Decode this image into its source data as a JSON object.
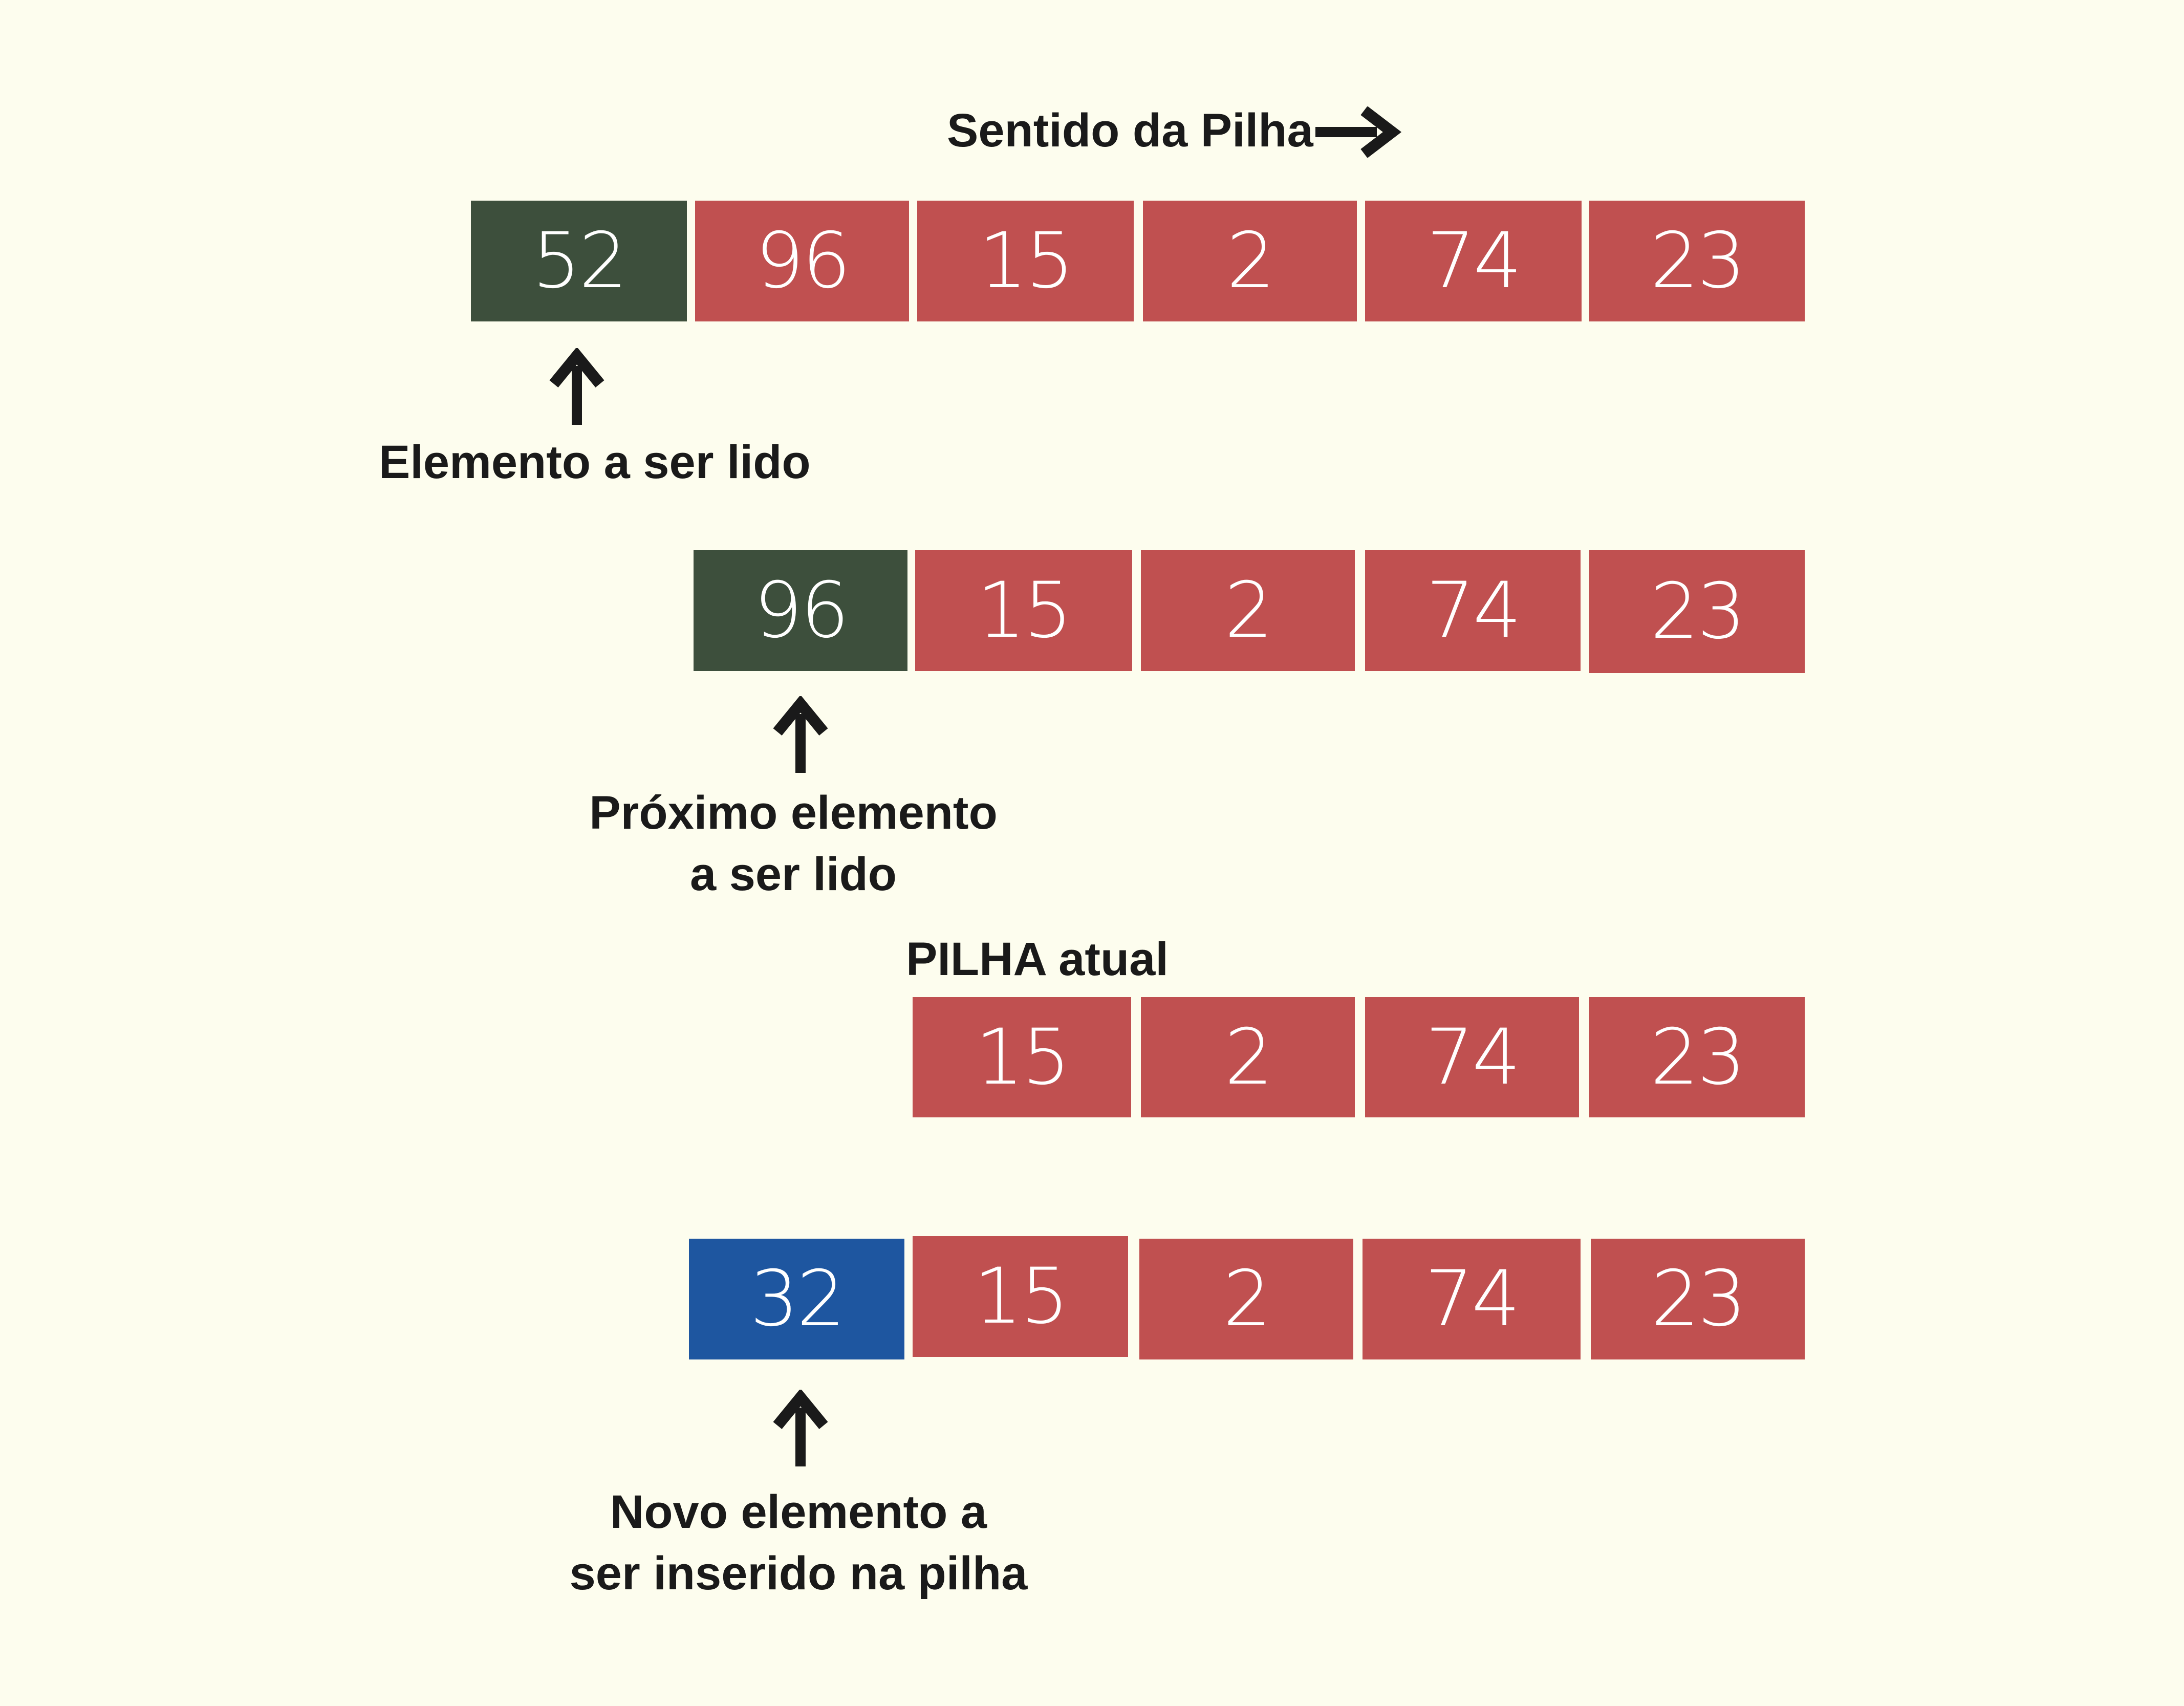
{
  "header": {
    "title": "Sentido da Pilha",
    "direction_icon": "right-arrow-icon"
  },
  "rows": [
    {
      "id": "row-1",
      "cells": [
        "52",
        "96",
        "15",
        "2",
        "74",
        "23"
      ],
      "highlight": "read",
      "caption": [
        "Elemento a ser lido"
      ]
    },
    {
      "id": "row-2",
      "cells": [
        "96",
        "15",
        "2",
        "74",
        "23"
      ],
      "highlight": "read",
      "caption": [
        "Próximo elemento",
        "a ser lido"
      ]
    },
    {
      "id": "row-3",
      "title": "PILHA atual",
      "cells": [
        "15",
        "2",
        "74",
        "23"
      ],
      "highlight": "none"
    },
    {
      "id": "row-4",
      "cells": [
        "32",
        "15",
        "2",
        "74",
        "23"
      ],
      "highlight": "insert",
      "caption": [
        "Novo elemento a",
        "ser inserido na pilha"
      ]
    }
  ],
  "colors": {
    "background": "#fdfdee",
    "stack_cell": "#c05050",
    "read_cell": "#3d4f3c",
    "insert_cell": "#1e56a0",
    "text": "#1a1a1a"
  }
}
